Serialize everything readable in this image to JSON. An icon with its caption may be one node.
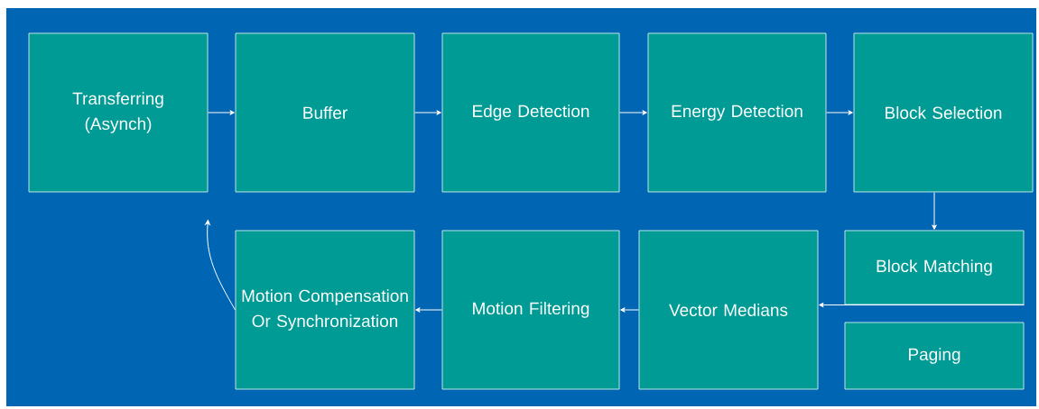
{
  "diagram": {
    "nodes": [
      {
        "text": [
          "Transferring (Asynch)"
        ]
      },
      {
        "text": [
          "Buffer"
        ]
      },
      {
        "text": [
          "Edge Detection"
        ]
      },
      {
        "text": [
          "Energy Detection"
        ]
      },
      {
        "text": [
          "Block Selection"
        ]
      },
      {
        "text": [
          "Block Matching"
        ]
      },
      {
        "text": [
          "Paging"
        ]
      },
      {
        "text": [
          "Vector Medians"
        ]
      },
      {
        "text": [
          "Motion Filtering"
        ]
      },
      {
        "text": [
          "Motion Compensation Or Synchronization"
        ]
      }
    ],
    "edges": [
      {
        "from": 0,
        "to": 1,
        "arrow": "to"
      },
      {
        "from": 1,
        "to": 2,
        "arrow": "to"
      },
      {
        "from": 2,
        "to": 3,
        "arrow": "to"
      },
      {
        "from": 3,
        "to": 4,
        "arrow": "to"
      },
      {
        "from": 4,
        "to": 5,
        "arrow": "to"
      },
      {
        "from": 5,
        "to": 7,
        "arrow": "to"
      },
      {
        "from": 7,
        "to": 8,
        "arrow": "to"
      },
      {
        "from": 8,
        "to": 9,
        "arrow": "to"
      },
      {
        "from": 9,
        "to": 0,
        "arrow": "to"
      }
    ]
  }
}
